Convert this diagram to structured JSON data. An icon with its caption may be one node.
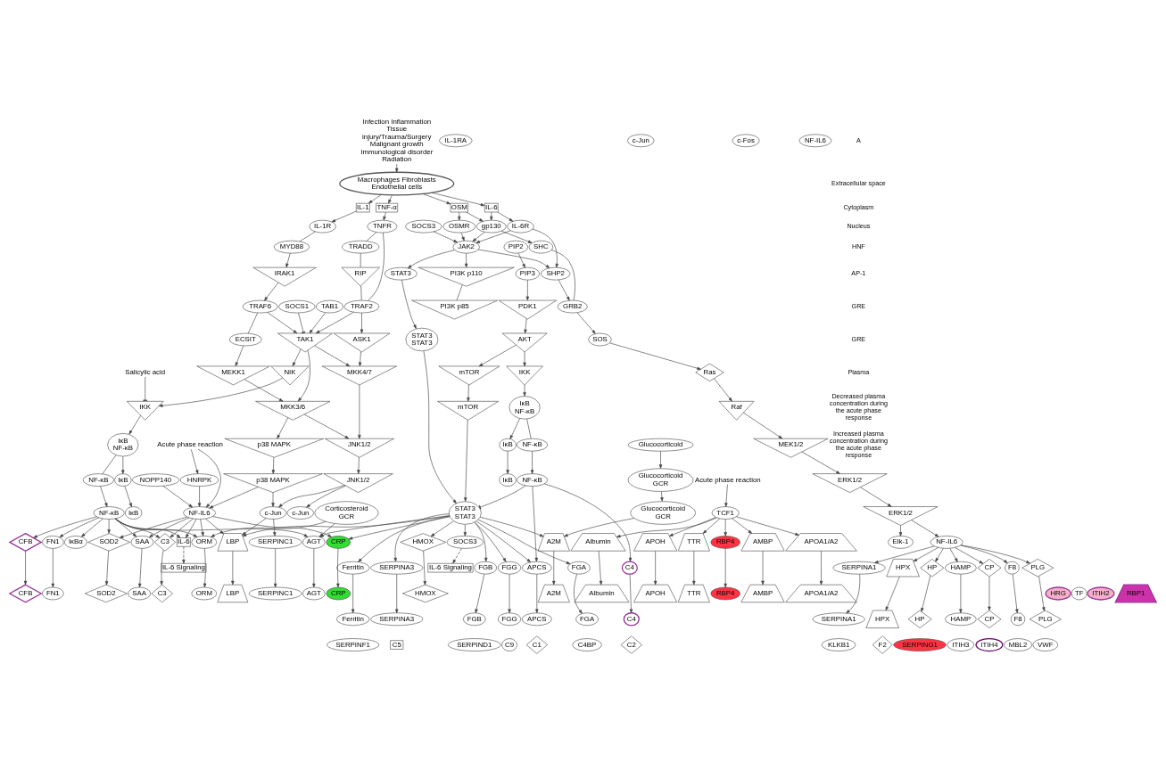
{
  "diagram": {
    "nodes": [
      {
        "text": [
          "Infection Inflammation Tissue injury/Trauma/Surgery Malignant growth Immunological disorder Radiation"
        ]
      },
      {
        "text": [
          "Macrophages Fibroblasts Endothelial cells"
        ]
      },
      {
        "text": [
          "TNF-α"
        ]
      },
      {
        "text": [
          "IL-1"
        ]
      },
      {
        "text": [
          "Glucocorticoid"
        ]
      },
      {
        "text": [
          "OSM"
        ]
      },
      {
        "text": [
          "IL-6"
        ]
      },
      {
        "text": [
          "TNFR"
        ]
      },
      {
        "text": [
          "IL-1R"
        ]
      },
      {
        "text": [
          "IL-1RA"
        ]
      },
      {
        "text": [
          "OSMR"
        ]
      },
      {
        "text": [
          "gp130"
        ]
      },
      {
        "text": [
          "IL-6R"
        ]
      },
      {
        "text": [
          "TRADD"
        ]
      },
      {
        "text": [
          "RIP"
        ]
      },
      {
        "text": [
          "TRAF2"
        ]
      },
      {
        "text": [
          "SOCS1"
        ]
      },
      {
        "text": [
          "TAB1"
        ]
      },
      {
        "text": [
          "MYD88"
        ]
      },
      {
        "text": [
          "IRAK1"
        ]
      },
      {
        "text": [
          "ASK1"
        ]
      },
      {
        "text": [
          "TAK1"
        ]
      },
      {
        "text": [
          "TRAF6"
        ]
      },
      {
        "text": [
          "ECSIT"
        ]
      },
      {
        "text": [
          "MKK4/7"
        ]
      },
      {
        "text": [
          "MKK3/6"
        ]
      },
      {
        "text": [
          "MEKK1"
        ]
      },
      {
        "text": [
          "NIK"
        ]
      },
      {
        "text": [
          "JNK1/2"
        ]
      },
      {
        "text": [
          "p38 MAPK"
        ]
      },
      {
        "text": [
          "IKK"
        ]
      },
      {
        "text": [
          "Salicylic acid"
        ]
      },
      {
        "text": [
          "IκB",
          "NF-κB"
        ]
      },
      {
        "text": [
          "IκB"
        ]
      },
      {
        "text": [
          "IκB"
        ]
      },
      {
        "text": [
          "NF-κB"
        ]
      },
      {
        "text": [
          "Glucocorticoid",
          "GCR"
        ]
      },
      {
        "text": [
          "SHC"
        ]
      },
      {
        "text": [
          "GRB2"
        ]
      },
      {
        "text": [
          "SOS"
        ]
      },
      {
        "text": [
          "SOCS3"
        ]
      },
      {
        "text": [
          "JAK2"
        ]
      },
      {
        "text": [
          "SHP2"
        ]
      },
      {
        "text": [
          "STAT3"
        ]
      },
      {
        "text": [
          "PI3K p110"
        ]
      },
      {
        "text": [
          "PI3K p85"
        ]
      },
      {
        "text": [
          "PIP2"
        ]
      },
      {
        "text": [
          "PIP3"
        ]
      },
      {
        "text": [
          "PDK1"
        ]
      },
      {
        "text": [
          "AKT"
        ]
      },
      {
        "text": [
          "mTOR"
        ]
      },
      {
        "text": [
          "IKK"
        ]
      },
      {
        "text": [
          "IκB",
          "NF-κB"
        ]
      },
      {
        "text": [
          "IκB"
        ]
      },
      {
        "text": [
          "IκB"
        ]
      },
      {
        "text": [
          "NF-κB"
        ]
      },
      {
        "text": [
          "STAT3",
          "STAT3"
        ]
      },
      {
        "text": [
          "Ras"
        ]
      },
      {
        "text": [
          "Raf"
        ]
      },
      {
        "text": [
          "MEK1/2"
        ]
      },
      {
        "text": [
          "ERK1/2"
        ]
      },
      {
        "text": [
          "Acute phase reaction"
        ]
      },
      {
        "text": [
          "TCF1"
        ]
      },
      {
        "text": [
          "c-Jun"
        ]
      },
      {
        "text": [
          "c-Jun"
        ]
      },
      {
        "text": [
          "JNK1/2"
        ]
      },
      {
        "text": [
          "p38 MAPK"
        ]
      },
      {
        "text": [
          "c-Jun"
        ]
      },
      {
        "text": [
          "c-Fos"
        ]
      },
      {
        "text": [
          "Acute phase reaction"
        ]
      },
      {
        "text": [
          "HNRPK"
        ]
      },
      {
        "text": [
          "NOPP140"
        ]
      },
      {
        "text": [
          "NF-IL6"
        ]
      },
      {
        "text": [
          "NF-IL6"
        ]
      },
      {
        "text": [
          "NF-κB"
        ]
      },
      {
        "text": [
          "Corticosteroid",
          "GCR"
        ]
      },
      {
        "text": [
          "Glucocorticoid",
          "GCR"
        ]
      },
      {
        "text": [
          "mTOR"
        ]
      },
      {
        "text": [
          "STAT3",
          "STAT3"
        ]
      },
      {
        "text": [
          "NF-κB"
        ]
      },
      {
        "text": [
          "NF-IL6"
        ]
      },
      {
        "text": [
          "ERK1/2"
        ]
      },
      {
        "text": [
          "Elk-1"
        ]
      },
      {
        "text": [
          "IκBα"
        ]
      },
      {
        "text": [
          "Albumin"
        ]
      },
      {
        "text": [
          "AMBP"
        ]
      },
      {
        "text": [
          "APOA1/A2"
        ]
      },
      {
        "text": [
          "APOH"
        ]
      },
      {
        "text": [
          "TTR"
        ]
      },
      {
        "text": [
          "RBP4"
        ]
      },
      {
        "text": [
          "SERPINC1"
        ]
      },
      {
        "text": [
          "IL-6"
        ]
      },
      {
        "text": [
          "IL-6 Signaling"
        ]
      },
      {
        "text": [
          "SAA"
        ]
      },
      {
        "text": [
          "CFB"
        ]
      },
      {
        "text": [
          "C3"
        ]
      },
      {
        "text": [
          "FN1"
        ]
      },
      {
        "text": [
          "ORM"
        ]
      },
      {
        "text": [
          "AGT"
        ]
      },
      {
        "text": [
          "SOD2"
        ]
      },
      {
        "text": [
          "HMOX"
        ]
      },
      {
        "text": [
          "LBP"
        ]
      },
      {
        "text": [
          "CRP"
        ]
      },
      {
        "text": [
          "A2M"
        ]
      },
      {
        "text": [
          "SOCS3"
        ]
      },
      {
        "text": [
          "IL-6 Signaling"
        ]
      },
      {
        "text": [
          "FGA"
        ]
      },
      {
        "text": [
          "FGB"
        ]
      },
      {
        "text": [
          "FGG"
        ]
      },
      {
        "text": [
          "Ferritin"
        ]
      },
      {
        "text": [
          "SERPINA3"
        ]
      },
      {
        "text": [
          "C4"
        ]
      },
      {
        "text": [
          "APCS"
        ]
      },
      {
        "text": [
          "HAMP"
        ]
      },
      {
        "text": [
          "CP"
        ]
      },
      {
        "text": [
          "F8"
        ]
      },
      {
        "text": [
          "PLG"
        ]
      },
      {
        "text": [
          "SERPINA1"
        ]
      },
      {
        "text": [
          "HPX"
        ]
      },
      {
        "text": [
          "HP"
        ]
      },
      {
        "text": [
          "Albumin"
        ]
      },
      {
        "text": [
          "AMBP"
        ]
      },
      {
        "text": [
          "APOA1/A2"
        ]
      },
      {
        "text": [
          "APOH"
        ]
      },
      {
        "text": [
          "TTR"
        ]
      },
      {
        "text": [
          "RBP4"
        ]
      },
      {
        "text": [
          "HRG"
        ]
      },
      {
        "text": [
          "TF"
        ]
      },
      {
        "text": [
          "ITIH2"
        ]
      },
      {
        "text": [
          "RBP1"
        ]
      },
      {
        "text": [
          "SERPINC1"
        ]
      },
      {
        "text": [
          "SAA"
        ]
      },
      {
        "text": [
          "CFB"
        ]
      },
      {
        "text": [
          "C3"
        ]
      },
      {
        "text": [
          "FN1"
        ]
      },
      {
        "text": [
          "ORM"
        ]
      },
      {
        "text": [
          "AGT"
        ]
      },
      {
        "text": [
          "SOD2"
        ]
      },
      {
        "text": [
          "HMOX"
        ]
      },
      {
        "text": [
          "LBP"
        ]
      },
      {
        "text": [
          "CRP"
        ]
      },
      {
        "text": [
          "A2M"
        ]
      },
      {
        "text": [
          "FGA"
        ]
      },
      {
        "text": [
          "FGB"
        ]
      },
      {
        "text": [
          "FGG"
        ]
      },
      {
        "text": [
          "Ferritin"
        ]
      },
      {
        "text": [
          "SERPINA3"
        ]
      },
      {
        "text": [
          "C4"
        ]
      },
      {
        "text": [
          "APCS"
        ]
      },
      {
        "text": [
          "HAMP"
        ]
      },
      {
        "text": [
          "CP"
        ]
      },
      {
        "text": [
          "F8"
        ]
      },
      {
        "text": [
          "PLG"
        ]
      },
      {
        "text": [
          "SERPINA1"
        ]
      },
      {
        "text": [
          "HPX"
        ]
      },
      {
        "text": [
          "HP"
        ]
      },
      {
        "text": [
          "C4BP"
        ]
      },
      {
        "text": [
          "SERPIND1"
        ]
      },
      {
        "text": [
          "C9"
        ]
      },
      {
        "text": [
          "SERPINF1"
        ]
      },
      {
        "text": [
          "C5"
        ]
      },
      {
        "text": [
          "C2"
        ]
      },
      {
        "text": [
          "C1"
        ]
      },
      {
        "text": [
          "ITIH3"
        ]
      },
      {
        "text": [
          "ITIH4"
        ]
      },
      {
        "text": [
          "MBL2"
        ]
      },
      {
        "text": [
          "VWF"
        ]
      },
      {
        "text": [
          "KLKB1"
        ]
      },
      {
        "text": [
          "F2"
        ]
      },
      {
        "text": [
          "SERPING1"
        ]
      }
    ],
    "edges": [
      {
        "from": 0,
        "to": 1,
        "arrow": "to"
      },
      {
        "from": 1,
        "to": 2,
        "arrow": "to"
      },
      {
        "from": 1,
        "to": 3,
        "arrow": "to"
      },
      {
        "from": 1,
        "to": 5,
        "arrow": "to"
      },
      {
        "from": 1,
        "to": 6,
        "arrow": "to"
      },
      {
        "from": 2,
        "to": 7,
        "arrow": "to"
      },
      {
        "from": 3,
        "to": 8,
        "arrow": "to"
      },
      {
        "from": 5,
        "to": 10,
        "arrow": "to"
      },
      {
        "from": 5,
        "to": 11,
        "arrow": "to"
      },
      {
        "from": 6,
        "to": 11,
        "arrow": "to"
      },
      {
        "from": 6,
        "to": 12,
        "arrow": "to"
      },
      {
        "from": 7,
        "to": 13,
        "arrow": "none"
      },
      {
        "from": 7,
        "to": 15,
        "arrow": "none"
      },
      {
        "from": 13,
        "to": 14,
        "arrow": "none"
      },
      {
        "from": 14,
        "to": 15,
        "arrow": "none"
      },
      {
        "from": 15,
        "to": 20,
        "arrow": "to"
      },
      {
        "from": 15,
        "to": 21,
        "arrow": "to"
      },
      {
        "from": 16,
        "to": 21,
        "arrow": "other"
      },
      {
        "from": 17,
        "to": 21,
        "arrow": "to"
      },
      {
        "from": 8,
        "to": 18,
        "arrow": "none"
      },
      {
        "from": 18,
        "to": 19,
        "arrow": "to"
      },
      {
        "from": 19,
        "to": 22,
        "arrow": "to"
      },
      {
        "from": 22,
        "to": 21,
        "arrow": "to"
      },
      {
        "from": 22,
        "to": 23,
        "arrow": "none"
      },
      {
        "from": 23,
        "to": 26,
        "arrow": "to"
      },
      {
        "from": 20,
        "to": 24,
        "arrow": "to"
      },
      {
        "from": 21,
        "to": 24,
        "arrow": "to"
      },
      {
        "from": 21,
        "to": 25,
        "arrow": "to"
      },
      {
        "from": 21,
        "to": 27,
        "arrow": "to"
      },
      {
        "from": 26,
        "to": 25,
        "arrow": "to"
      },
      {
        "from": 24,
        "to": 28,
        "arrow": "to"
      },
      {
        "from": 25,
        "to": 28,
        "arrow": "to"
      },
      {
        "from": 25,
        "to": 29,
        "arrow": "to"
      },
      {
        "from": 27,
        "to": 30,
        "arrow": "to"
      },
      {
        "from": 31,
        "to": 30,
        "arrow": "other"
      },
      {
        "from": 30,
        "to": 32,
        "arrow": "to"
      },
      {
        "from": 32,
        "to": 33,
        "arrow": "to"
      },
      {
        "from": 33,
        "to": 34,
        "arrow": "to"
      },
      {
        "from": 32,
        "to": 35,
        "arrow": "none"
      },
      {
        "from": 4,
        "to": 36,
        "arrow": "to"
      },
      {
        "from": 10,
        "to": 41,
        "arrow": "to"
      },
      {
        "from": 11,
        "to": 41,
        "arrow": "to"
      },
      {
        "from": 12,
        "to": 41,
        "arrow": "to"
      },
      {
        "from": 11,
        "to": 37,
        "arrow": "to"
      },
      {
        "from": 12,
        "to": 42,
        "arrow": "to"
      },
      {
        "from": 37,
        "to": 38,
        "arrow": "none"
      },
      {
        "from": 38,
        "to": 39,
        "arrow": "to"
      },
      {
        "from": 42,
        "to": 38,
        "arrow": "to"
      },
      {
        "from": 40,
        "to": 41,
        "arrow": "to"
      },
      {
        "from": 41,
        "to": 42,
        "arrow": "to"
      },
      {
        "from": 41,
        "to": 43,
        "arrow": "to"
      },
      {
        "from": 41,
        "to": 44,
        "arrow": "to"
      },
      {
        "from": 44,
        "to": 45,
        "arrow": "none"
      },
      {
        "from": 46,
        "to": 47,
        "arrow": "to"
      },
      {
        "from": 47,
        "to": 48,
        "arrow": "to"
      },
      {
        "from": 48,
        "to": 49,
        "arrow": "to"
      },
      {
        "from": 49,
        "to": 50,
        "arrow": "to"
      },
      {
        "from": 49,
        "to": 51,
        "arrow": "to"
      },
      {
        "from": 51,
        "to": 52,
        "arrow": "to"
      },
      {
        "from": 52,
        "to": 53,
        "arrow": "to"
      },
      {
        "from": 53,
        "to": 54,
        "arrow": "to"
      },
      {
        "from": 52,
        "to": 55,
        "arrow": "none"
      },
      {
        "from": 43,
        "to": 56,
        "arrow": "to"
      },
      {
        "from": 39,
        "to": 57,
        "arrow": "to"
      },
      {
        "from": 57,
        "to": 58,
        "arrow": "to"
      },
      {
        "from": 58,
        "to": 59,
        "arrow": "to"
      },
      {
        "from": 59,
        "to": 60,
        "arrow": "to"
      },
      {
        "from": 28,
        "to": 65,
        "arrow": "to"
      },
      {
        "from": 29,
        "to": 66,
        "arrow": "to"
      },
      {
        "from": 35,
        "to": 74,
        "arrow": "to"
      },
      {
        "from": 36,
        "to": 76,
        "arrow": "to"
      },
      {
        "from": 56,
        "to": 78,
        "arrow": "to"
      },
      {
        "from": 50,
        "to": 77,
        "arrow": "to"
      },
      {
        "from": 55,
        "to": 79,
        "arrow": "to"
      },
      {
        "from": 60,
        "to": 81,
        "arrow": "to"
      },
      {
        "from": 61,
        "to": 62,
        "arrow": "to"
      },
      {
        "from": 65,
        "to": 64,
        "arrow": "to"
      },
      {
        "from": 65,
        "to": 67,
        "arrow": "to"
      },
      {
        "from": 66,
        "to": 67,
        "arrow": "to"
      },
      {
        "from": 66,
        "to": 73,
        "arrow": "to"
      },
      {
        "from": 69,
        "to": 70,
        "arrow": "to"
      },
      {
        "from": 69,
        "to": 73,
        "arrow": "to"
      },
      {
        "from": 70,
        "to": 73,
        "arrow": "to"
      },
      {
        "from": 71,
        "to": 73,
        "arrow": "to"
      },
      {
        "from": 77,
        "to": 78,
        "arrow": "to"
      },
      {
        "from": 79,
        "to": 78,
        "arrow": "other"
      },
      {
        "from": 81,
        "to": 80,
        "arrow": "to"
      },
      {
        "from": 81,
        "to": 82,
        "arrow": "to"
      },
      {
        "from": 62,
        "to": 84,
        "arrow": "to"
      },
      {
        "from": 62,
        "to": 85,
        "arrow": "to"
      },
      {
        "from": 62,
        "to": 86,
        "arrow": "to"
      },
      {
        "from": 62,
        "to": 87,
        "arrow": "to"
      },
      {
        "from": 62,
        "to": 88,
        "arrow": "to"
      },
      {
        "from": 62,
        "to": 89,
        "arrow": "to"
      },
      {
        "from": 67,
        "to": 90,
        "arrow": "to"
      },
      {
        "from": 67,
        "to": 101,
        "arrow": "to"
      },
      {
        "from": 73,
        "to": 91,
        "arrow": "to"
      },
      {
        "from": 73,
        "to": 93,
        "arrow": "to"
      },
      {
        "from": 73,
        "to": 95,
        "arrow": "to"
      },
      {
        "from": 73,
        "to": 97,
        "arrow": "to"
      },
      {
        "from": 73,
        "to": 99,
        "arrow": "to"
      },
      {
        "from": 73,
        "to": 101,
        "arrow": "to"
      },
      {
        "from": 73,
        "to": 102,
        "arrow": "to"
      },
      {
        "from": 74,
        "to": 91,
        "arrow": "to"
      },
      {
        "from": 74,
        "to": 93,
        "arrow": "to"
      },
      {
        "from": 74,
        "to": 94,
        "arrow": "to"
      },
      {
        "from": 74,
        "to": 95,
        "arrow": "to"
      },
      {
        "from": 74,
        "to": 96,
        "arrow": "to"
      },
      {
        "from": 74,
        "to": 97,
        "arrow": "to"
      },
      {
        "from": 74,
        "to": 98,
        "arrow": "to"
      },
      {
        "from": 74,
        "to": 99,
        "arrow": "to"
      },
      {
        "from": 74,
        "to": 83,
        "arrow": "to"
      },
      {
        "from": 75,
        "to": 97,
        "arrow": "to"
      },
      {
        "from": 75,
        "to": 98,
        "arrow": "to"
      },
      {
        "from": 76,
        "to": 103,
        "arrow": "to"
      },
      {
        "from": 78,
        "to": 98,
        "arrow": "to"
      },
      {
        "from": 78,
        "to": 100,
        "arrow": "to"
      },
      {
        "from": 78,
        "to": 101,
        "arrow": "to"
      },
      {
        "from": 78,
        "to": 102,
        "arrow": "to"
      },
      {
        "from": 78,
        "to": 103,
        "arrow": "to"
      },
      {
        "from": 78,
        "to": 104,
        "arrow": "to"
      },
      {
        "from": 78,
        "to": 106,
        "arrow": "to"
      },
      {
        "from": 78,
        "to": 107,
        "arrow": "to"
      },
      {
        "from": 78,
        "to": 108,
        "arrow": "to"
      },
      {
        "from": 78,
        "to": 109,
        "arrow": "to"
      },
      {
        "from": 78,
        "to": 110,
        "arrow": "to"
      },
      {
        "from": 78,
        "to": 112,
        "arrow": "to"
      },
      {
        "from": 79,
        "to": 111,
        "arrow": "to"
      },
      {
        "from": 79,
        "to": 112,
        "arrow": "to"
      },
      {
        "from": 80,
        "to": 113,
        "arrow": "to"
      },
      {
        "from": 80,
        "to": 114,
        "arrow": "to"
      },
      {
        "from": 80,
        "to": 115,
        "arrow": "to"
      },
      {
        "from": 80,
        "to": 116,
        "arrow": "to"
      },
      {
        "from": 80,
        "to": 117,
        "arrow": "to"
      },
      {
        "from": 80,
        "to": 118,
        "arrow": "to"
      },
      {
        "from": 80,
        "to": 119,
        "arrow": "to"
      },
      {
        "from": 91,
        "to": 92,
        "arrow": "to",
        "style": "dashed"
      },
      {
        "from": 104,
        "to": 105,
        "arrow": "to",
        "style": "dashed"
      },
      {
        "from": 84,
        "to": 120,
        "arrow": "to"
      },
      {
        "from": 85,
        "to": 121,
        "arrow": "to"
      },
      {
        "from": 86,
        "to": 122,
        "arrow": "to"
      },
      {
        "from": 87,
        "to": 123,
        "arrow": "to"
      },
      {
        "from": 88,
        "to": 124,
        "arrow": "to"
      },
      {
        "from": 89,
        "to": 125,
        "arrow": "to"
      },
      {
        "from": 90,
        "to": 130,
        "arrow": "to"
      },
      {
        "from": 93,
        "to": 131,
        "arrow": "to"
      },
      {
        "from": 94,
        "to": 132,
        "arrow": "to"
      },
      {
        "from": 95,
        "to": 133,
        "arrow": "to"
      },
      {
        "from": 96,
        "to": 134,
        "arrow": "to"
      },
      {
        "from": 97,
        "to": 135,
        "arrow": "to"
      },
      {
        "from": 98,
        "to": 136,
        "arrow": "to"
      },
      {
        "from": 99,
        "to": 137,
        "arrow": "to"
      },
      {
        "from": 100,
        "to": 138,
        "arrow": "to"
      },
      {
        "from": 101,
        "to": 139,
        "arrow": "to"
      },
      {
        "from": 102,
        "to": 140,
        "arrow": "to"
      },
      {
        "from": 103,
        "to": 141,
        "arrow": "to"
      },
      {
        "from": 106,
        "to": 142,
        "arrow": "to"
      },
      {
        "from": 107,
        "to": 143,
        "arrow": "to"
      },
      {
        "from": 108,
        "to": 144,
        "arrow": "to"
      },
      {
        "from": 109,
        "to": 145,
        "arrow": "to"
      },
      {
        "from": 110,
        "to": 146,
        "arrow": "to"
      },
      {
        "from": 111,
        "to": 147,
        "arrow": "to"
      },
      {
        "from": 112,
        "to": 148,
        "arrow": "to"
      },
      {
        "from": 113,
        "to": 149,
        "arrow": "to"
      },
      {
        "from": 114,
        "to": 150,
        "arrow": "to"
      },
      {
        "from": 115,
        "to": 151,
        "arrow": "to"
      },
      {
        "from": 116,
        "to": 152,
        "arrow": "to"
      },
      {
        "from": 117,
        "to": 153,
        "arrow": "to"
      },
      {
        "from": 118,
        "to": 154,
        "arrow": "to"
      },
      {
        "from": 119,
        "to": 155,
        "arrow": "to"
      }
    ],
    "labels": [
      "A",
      "Extracellular space",
      "Cytoplasm",
      "Nucleus",
      "HNF",
      "AP-1",
      "GRE",
      "GRE",
      "Plasma",
      "Decreased plasma concentration during the acute phase response",
      "Increased plasma concentration during the acute phase response"
    ]
  }
}
